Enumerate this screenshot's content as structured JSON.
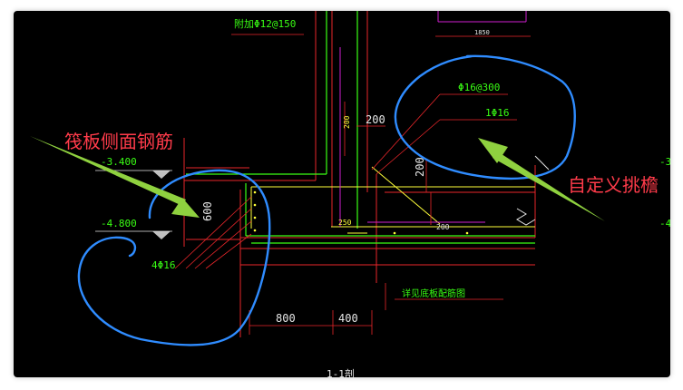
{
  "labels": {
    "top_rebar": "附加Φ12@150",
    "dim_top_right": "1850",
    "rebar_spacing": "Φ16@300",
    "rebar_count_right": "1Φ16",
    "dim_200_horizontal": "200",
    "dim_200_vertical": "200",
    "dim_200_vertical_small": "200",
    "elev_top": "-3.400",
    "elev_bottom": "-4.800",
    "dim_600": "600",
    "rebar_count_left": "4Φ16",
    "dim_250": "250",
    "dim_200_bottom": "200",
    "note_bottom": "详见底板配筋图",
    "dim_800": "800",
    "dim_400": "400",
    "cut_bottom": "1-1剖",
    "elev_right_top": "-3",
    "elev_right_bottom": "-4"
  },
  "annotations": {
    "left_callout": "筏板侧面钢筋",
    "right_callout": "自定义挑檐"
  },
  "colors": {
    "annotation_text": "#ff3b4a",
    "arrow": "#8fd13f",
    "circle": "#2f8cff",
    "cad_green": "#39ff14",
    "cad_red": "#e8262a",
    "cad_yellow": "#ffff3a",
    "cad_magenta": "#d020d0",
    "cad_white": "#e6e6e6"
  }
}
